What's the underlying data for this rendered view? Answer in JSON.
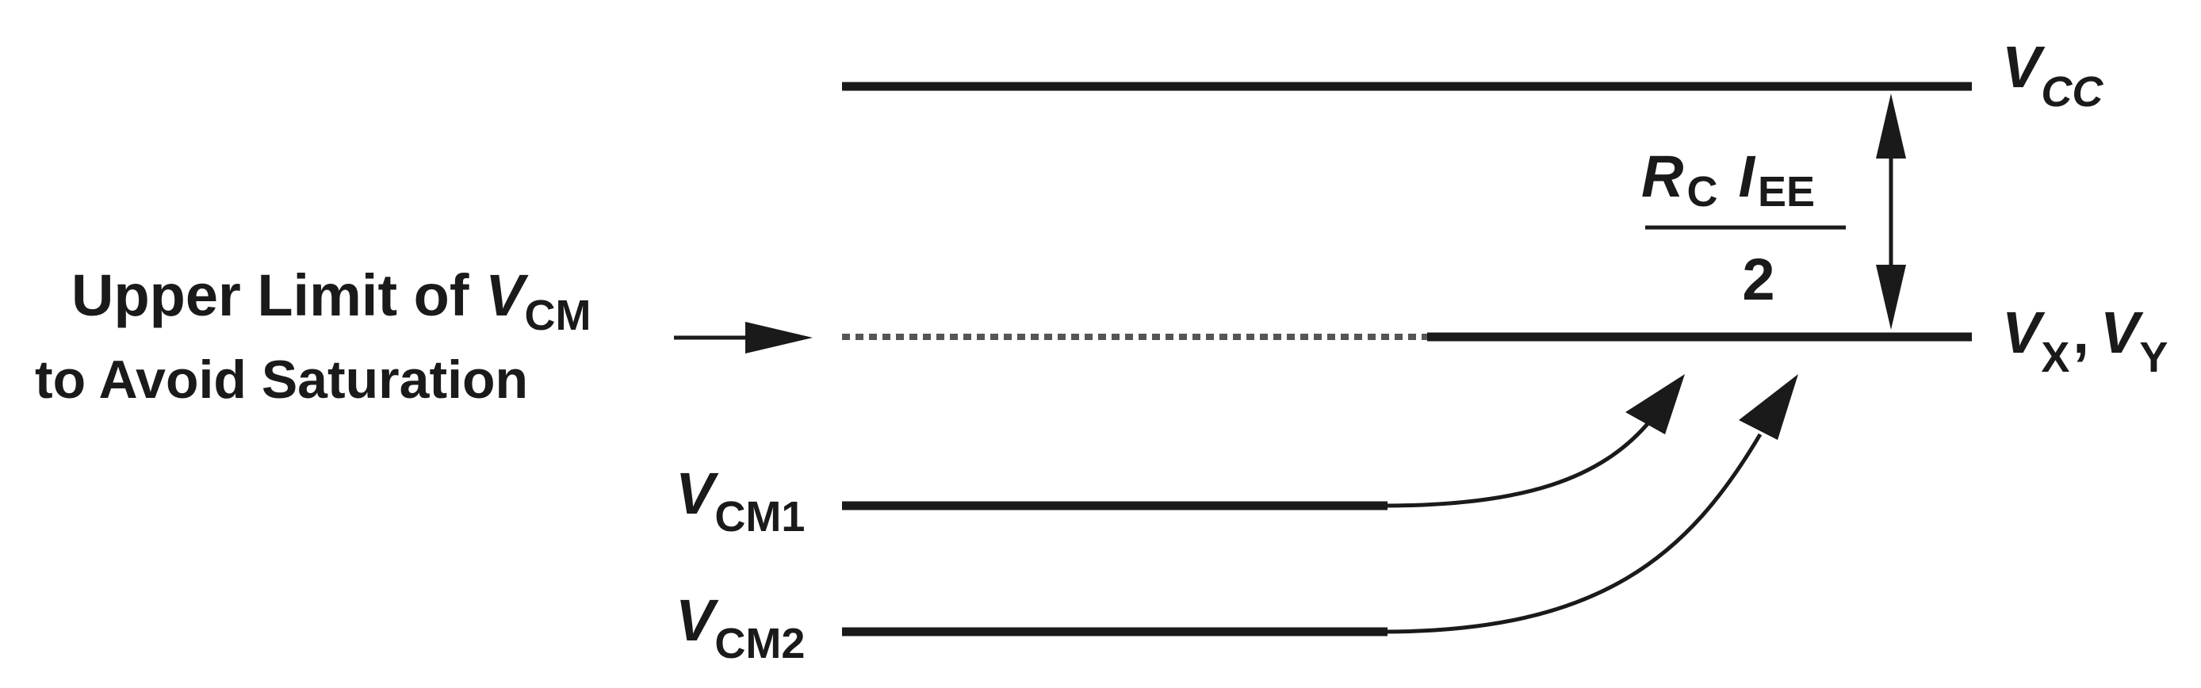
{
  "labels": {
    "vcc": {
      "main": "V",
      "sub": "CC"
    },
    "vxy": {
      "v1": "V",
      "sub1": "X",
      "comma": ",",
      "v2": "V",
      "sub2": "Y"
    },
    "vcm1": {
      "main": "V",
      "sub": "CM1"
    },
    "vcm2": {
      "main": "V",
      "sub": "CM2"
    },
    "upper_limit": {
      "line1_text": "Upper Limit of ",
      "line1_v": "V",
      "line1_sub": "CM",
      "line2": "to Avoid Saturation"
    },
    "fraction": {
      "r": "R",
      "r_sub": "C",
      "i": "I",
      "i_sub": "EE",
      "denominator": "2"
    }
  },
  "colors": {
    "ink": "#1a1a1a",
    "dashed": "#555555",
    "background": "#ffffff"
  }
}
